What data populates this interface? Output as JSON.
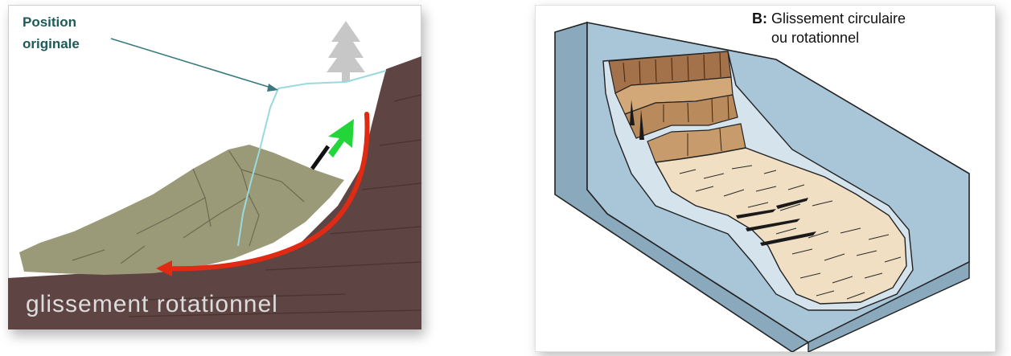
{
  "panel_a": {
    "label_line1": "Position",
    "label_line2": "originale",
    "caption": "glissement rotationnel"
  },
  "panel_b": {
    "letter": "B:",
    "title_rest": " Glissement circulaire",
    "title_line2": "ou rotationnel"
  },
  "colors": {
    "bedrock": "#5e4442",
    "slide_mass": "#9a9a78",
    "slip_arrow": "#e02a14",
    "uplift_arrow": "#22d63a",
    "original_profile": "#9ad9dd",
    "block_blue": "#98b8cc",
    "block_blue_light": "#cfe0ea",
    "scarp_brown": "#b88858",
    "debris_cream": "#f1dfc4"
  },
  "icons": [
    "tree-icon",
    "green-arrow-icon",
    "red-arrow-icon"
  ]
}
